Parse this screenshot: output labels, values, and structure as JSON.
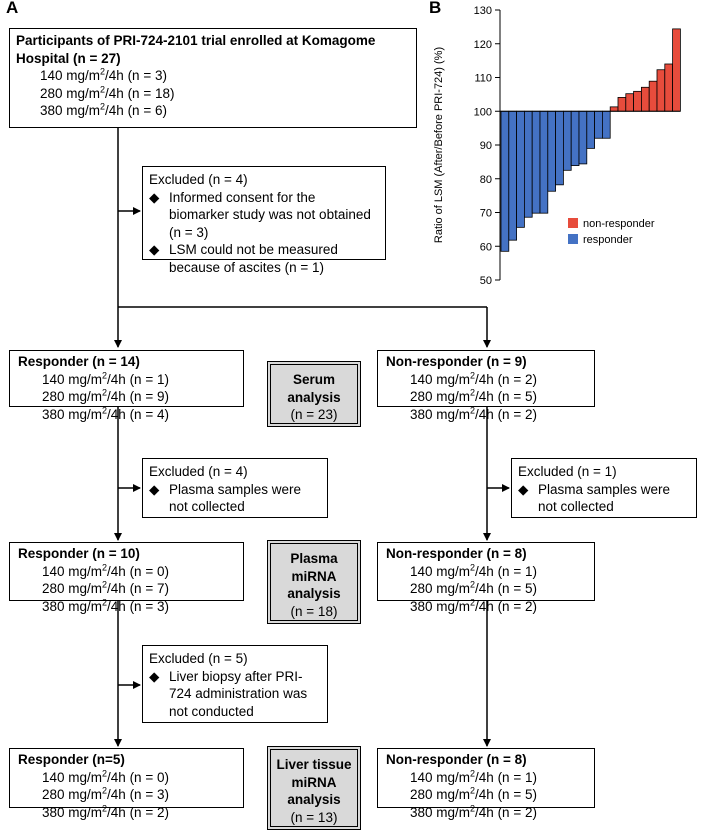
{
  "panel_labels": {
    "a": "A",
    "b": "B"
  },
  "top_box": {
    "title": "Participants of PRI-724-2101 trial enrolled at Komagome Hospital (n = 27)",
    "doses": [
      {
        "pre": "140 mg/m",
        "sup": "2",
        "post": "/4h (n = 3)"
      },
      {
        "pre": "280 mg/m",
        "sup": "2",
        "post": "/4h (n = 18)"
      },
      {
        "pre": "380 mg/m",
        "sup": "2",
        "post": "/4h (n = 6)"
      }
    ]
  },
  "excluded_1": {
    "title": "Excluded (n = 4)",
    "items": [
      "Informed consent for the biomarker study was not obtained (n = 3)",
      "LSM could not be measured because of ascites (n = 1)"
    ]
  },
  "responder_1": {
    "title": "Responder (n = 14)",
    "doses": [
      {
        "pre": "140 mg/m",
        "sup": "2",
        "post": "/4h (n = 1)"
      },
      {
        "pre": "280 mg/m",
        "sup": "2",
        "post": "/4h (n = 9)"
      },
      {
        "pre": "380 mg/m",
        "sup": "2",
        "post": "/4h (n = 4)"
      }
    ]
  },
  "nonresponder_1": {
    "title": "Non-responder (n = 9)",
    "doses": [
      {
        "pre": "140 mg/m",
        "sup": "2",
        "post": "/4h (n = 2)"
      },
      {
        "pre": "280 mg/m",
        "sup": "2",
        "post": "/4h (n = 5)"
      },
      {
        "pre": "380 mg/m",
        "sup": "2",
        "post": "/4h (n = 2)"
      }
    ]
  },
  "analysis_serum": {
    "title_lines": [
      "Serum",
      "analysis"
    ],
    "n": "(n = 23)"
  },
  "excluded_2": {
    "title": "Excluded (n = 4)",
    "items": [
      "Plasma samples were not collected"
    ]
  },
  "excluded_3": {
    "title": "Excluded (n = 1)",
    "items": [
      "Plasma samples were not collected"
    ]
  },
  "responder_2": {
    "title": "Responder (n = 10)",
    "doses": [
      {
        "pre": "140 mg/m",
        "sup": "2",
        "post": "/4h (n = 0)"
      },
      {
        "pre": "280 mg/m",
        "sup": "2",
        "post": "/4h (n = 7)"
      },
      {
        "pre": "380 mg/m",
        "sup": "2",
        "post": "/4h (n = 3)"
      }
    ]
  },
  "nonresponder_2": {
    "title": "Non-responder (n = 8)",
    "doses": [
      {
        "pre": "140 mg/m",
        "sup": "2",
        "post": "/4h (n = 1)"
      },
      {
        "pre": "280 mg/m",
        "sup": "2",
        "post": "/4h (n = 5)"
      },
      {
        "pre": "380 mg/m",
        "sup": "2",
        "post": "/4h (n = 2)"
      }
    ]
  },
  "analysis_plasma": {
    "title_lines": [
      "Plasma",
      "miRNA",
      "analysis"
    ],
    "n": "(n = 18)"
  },
  "excluded_4": {
    "title": "Excluded (n = 5)",
    "items": [
      "Liver biopsy after PRI-724 administration was not conducted"
    ]
  },
  "responder_3": {
    "title": "Responder (n=5)",
    "doses": [
      {
        "pre": "140 mg/m",
        "sup": "2",
        "post": "/4h (n = 0)"
      },
      {
        "pre": "280 mg/m",
        "sup": "2",
        "post": "/4h (n = 3)"
      },
      {
        "pre": "380 mg/m",
        "sup": "2",
        "post": "/4h (n = 2)"
      }
    ]
  },
  "nonresponder_3": {
    "title": "Non-responder (n = 8)",
    "doses": [
      {
        "pre": "140 mg/m",
        "sup": "2",
        "post": "/4h (n = 1)"
      },
      {
        "pre": "280 mg/m",
        "sup": "2",
        "post": "/4h (n = 5)"
      },
      {
        "pre": "380 mg/m",
        "sup": "2",
        "post": "/4h (n = 2)"
      }
    ]
  },
  "analysis_liver": {
    "title_lines": [
      "Liver tissue",
      "miRNA",
      "analysis"
    ],
    "n": "(n = 13)"
  },
  "bullet_symbol": "◆",
  "chart_data": {
    "type": "bar",
    "title": "",
    "xlabel": "",
    "ylabel": "Ratio of LSM (After/Before PRI-724) (%)",
    "ylim": [
      50,
      130
    ],
    "baseline": 100,
    "yticks": [
      "50",
      "60",
      "70",
      "80",
      "90",
      "100",
      "110",
      "120",
      "130"
    ],
    "series": [
      {
        "name": "responder",
        "color": "#4472c4",
        "values": [
          58.5,
          61.8,
          65.6,
          68.6,
          69.8,
          69.8,
          76.3,
          78.2,
          82.5,
          83.9,
          84.4,
          89.0,
          92.0,
          92.0
        ]
      },
      {
        "name": "non-responder",
        "color": "#e74c3c",
        "values": [
          101.3,
          104.1,
          105.2,
          105.9,
          107.1,
          108.9,
          112.3,
          114.0,
          124.4
        ]
      }
    ],
    "legend_position": "bottom-right"
  }
}
